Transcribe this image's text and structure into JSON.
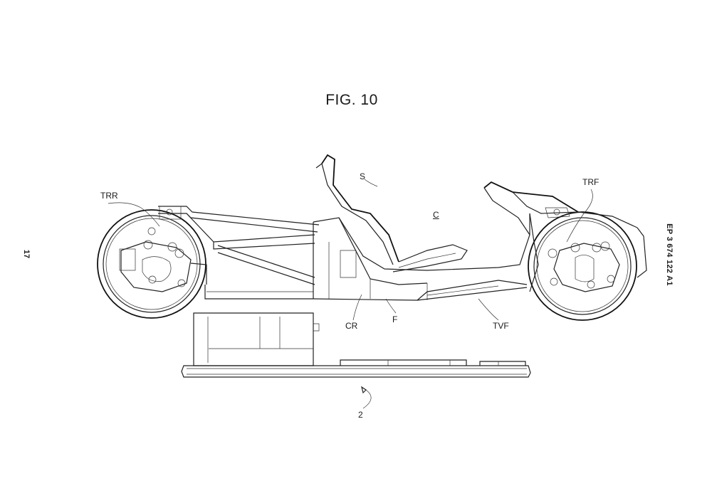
{
  "figure": {
    "title": "FIG. 10",
    "page_number": "17",
    "patent_number": "EP 3 674 122 A1"
  },
  "labels": {
    "trr": "TRR",
    "s": "S",
    "c": "C",
    "trf": "TRF",
    "cr": "CR",
    "f": "F",
    "tvf": "TVF",
    "battery": "2"
  }
}
